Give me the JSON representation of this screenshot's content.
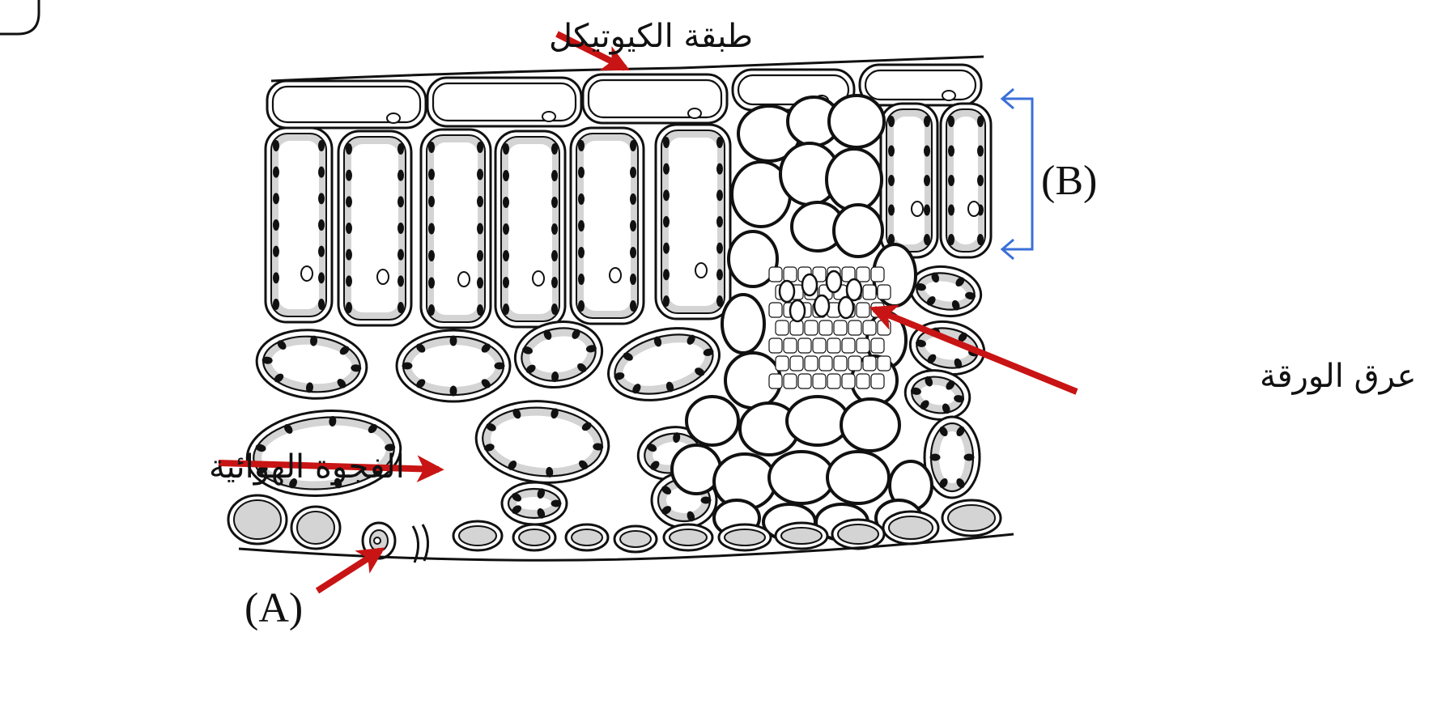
{
  "diagram": {
    "labels": {
      "cuticle": "طبقة الكيوتيكل",
      "air_space": "الفجوة الهوائية",
      "vein": "عرق الورقة",
      "marker_a": "(A)",
      "marker_b": "(B)"
    },
    "colors": {
      "arrow": "#c81414",
      "bracket": "#3a6fd8",
      "cell_outline": "#111111",
      "cytoplasm": "#d4d4d4",
      "chloroplast": "#111111",
      "background": "#ffffff"
    }
  }
}
